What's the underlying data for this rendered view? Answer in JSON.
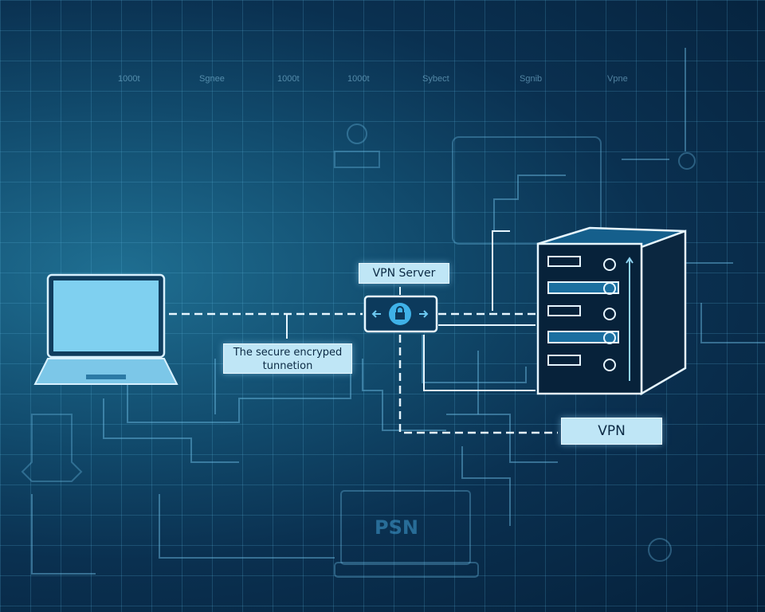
{
  "top_labels": [
    "1000t",
    "Sgnee",
    "1000t",
    "1000t",
    "Sybect",
    "Sgnib",
    "Vpne"
  ],
  "labels": {
    "vpn_server": "VPN Server",
    "tunnel": "The secure encryped tunnetion",
    "vpn": "VPN",
    "laptop_logo": "PSN"
  },
  "colors": {
    "accent": "#bfe6f6",
    "line": "#d8f1ff",
    "dark": "#05203a"
  }
}
